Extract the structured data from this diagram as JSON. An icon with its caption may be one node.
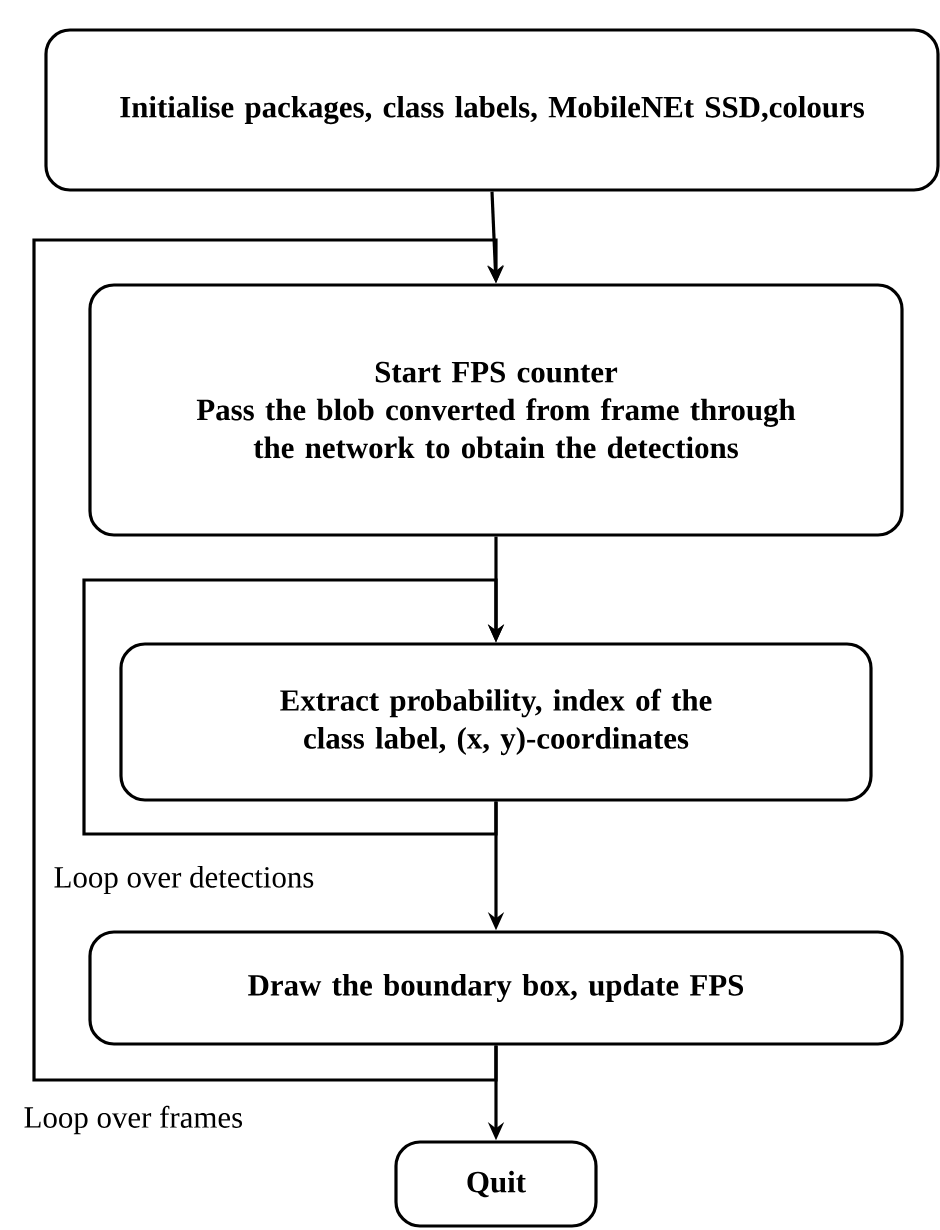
{
  "diagram": {
    "nodes": [
      {
        "text": [
          "Initialise packages, class labels, MobileNEt SSD,colours"
        ]
      },
      {
        "text": [
          "Start FPS counter",
          "Pass the blob converted from frame through the network to obtain the detections"
        ]
      },
      {
        "text": [
          "Extract probability, index of the class label, (x, y)-coordinates"
        ]
      },
      {
        "text": [
          "Draw the boundary box, update FPS"
        ]
      },
      {
        "text": [
          "Quit"
        ]
      }
    ],
    "edges": [
      {
        "from": 0,
        "to": 1,
        "arrow": "to"
      },
      {
        "from": 1,
        "to": 2,
        "arrow": "to"
      },
      {
        "from": 2,
        "to": 2,
        "arrow": "to",
        "label": "Loop over detections"
      },
      {
        "from": 2,
        "to": 3,
        "arrow": "to"
      },
      {
        "from": 3,
        "to": 1,
        "arrow": "to",
        "label": "Loop over frames"
      },
      {
        "from": 3,
        "to": 4,
        "arrow": "to"
      }
    ]
  }
}
